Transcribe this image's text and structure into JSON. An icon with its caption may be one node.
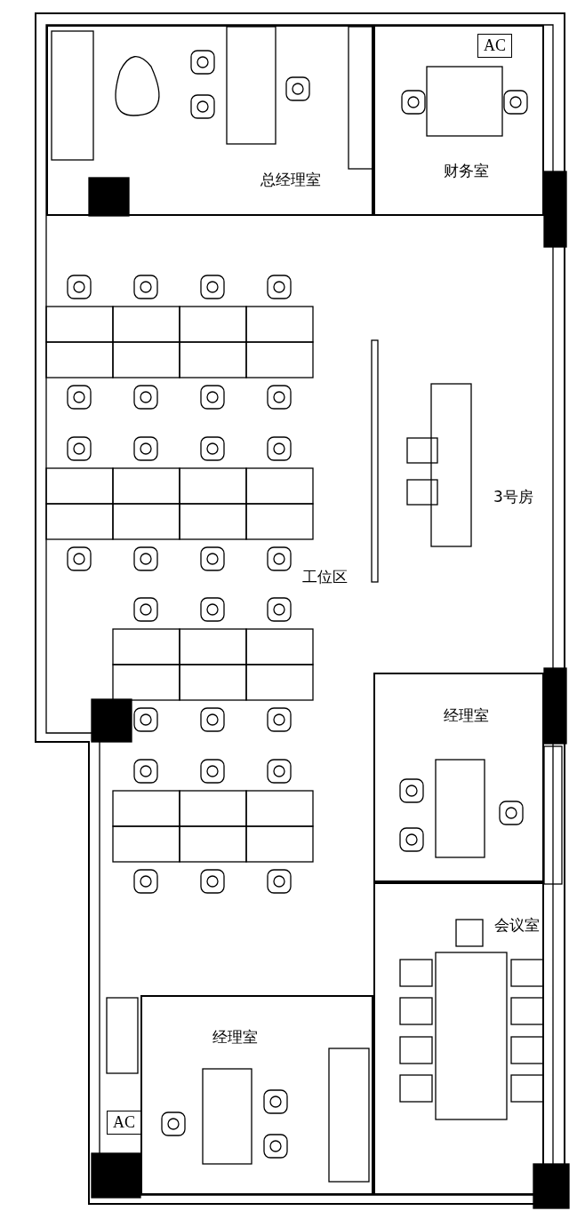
{
  "diagram": {
    "nodes": [
      {
        "text": [
          "总经理室"
        ]
      },
      {
        "text": [
          "财务室"
        ]
      },
      {
        "text": [
          "经理室"
        ]
      },
      {
        "text": [
          "会议室"
        ]
      },
      {
        "text": [
          "经理室"
        ]
      }
    ],
    "edges": [],
    "labels": [
      "AC",
      "3号房",
      "工位区",
      "AC"
    ]
  }
}
